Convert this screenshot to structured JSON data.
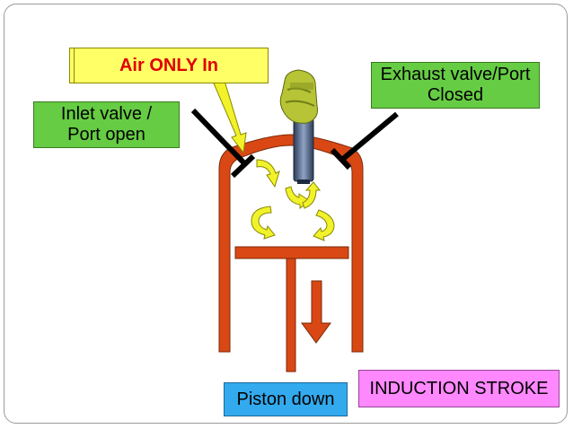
{
  "labels": {
    "air_in": "Air ONLY In",
    "inlet_valve": "Inlet valve /\nPort open",
    "exhaust_valve": "Exhaust valve/Port\nClosed",
    "piston_down": "Piston down",
    "stroke": "INDUCTION STROKE"
  },
  "colors": {
    "cylinder": "#d94814",
    "arrow_yellow": "#f2f22a",
    "label_green": "#66cc44",
    "air_label_bg": "#ffff66",
    "air_label_text": "#e00000",
    "piston_label_bg": "#33aaee",
    "stroke_label_bg": "#ff88ff"
  }
}
